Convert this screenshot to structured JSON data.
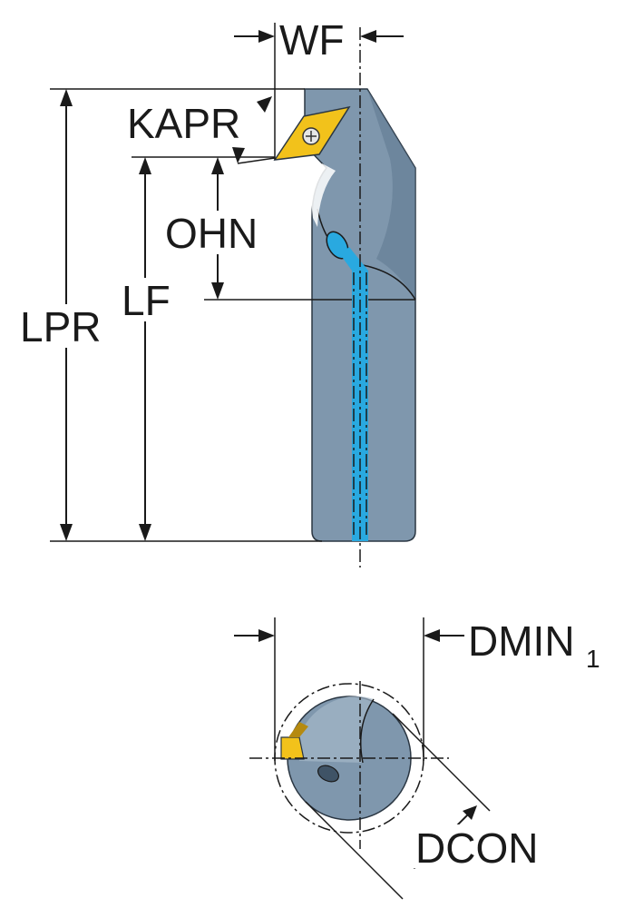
{
  "labels": {
    "wf": "WF",
    "kapr": "KAPR",
    "ohn": "OHN",
    "lf": "LF",
    "lpr": "LPR",
    "dmin": "DMIN",
    "dmin_subscript": "1",
    "dcon": "DCON"
  },
  "colors": {
    "body": "#7f97ad",
    "body_shadow": "#5f7890",
    "body_light": "#a7bacb",
    "coolant": "#29a9e0",
    "insert": "#f2c21b",
    "insert_dark": "#b58a10",
    "line": "#1a1a1a"
  }
}
